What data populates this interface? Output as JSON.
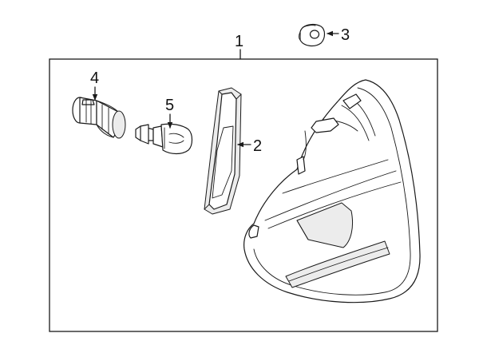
{
  "callouts": {
    "assembly": "1",
    "gasket": "2",
    "nut": "3",
    "socket": "4",
    "bulb": "5"
  }
}
